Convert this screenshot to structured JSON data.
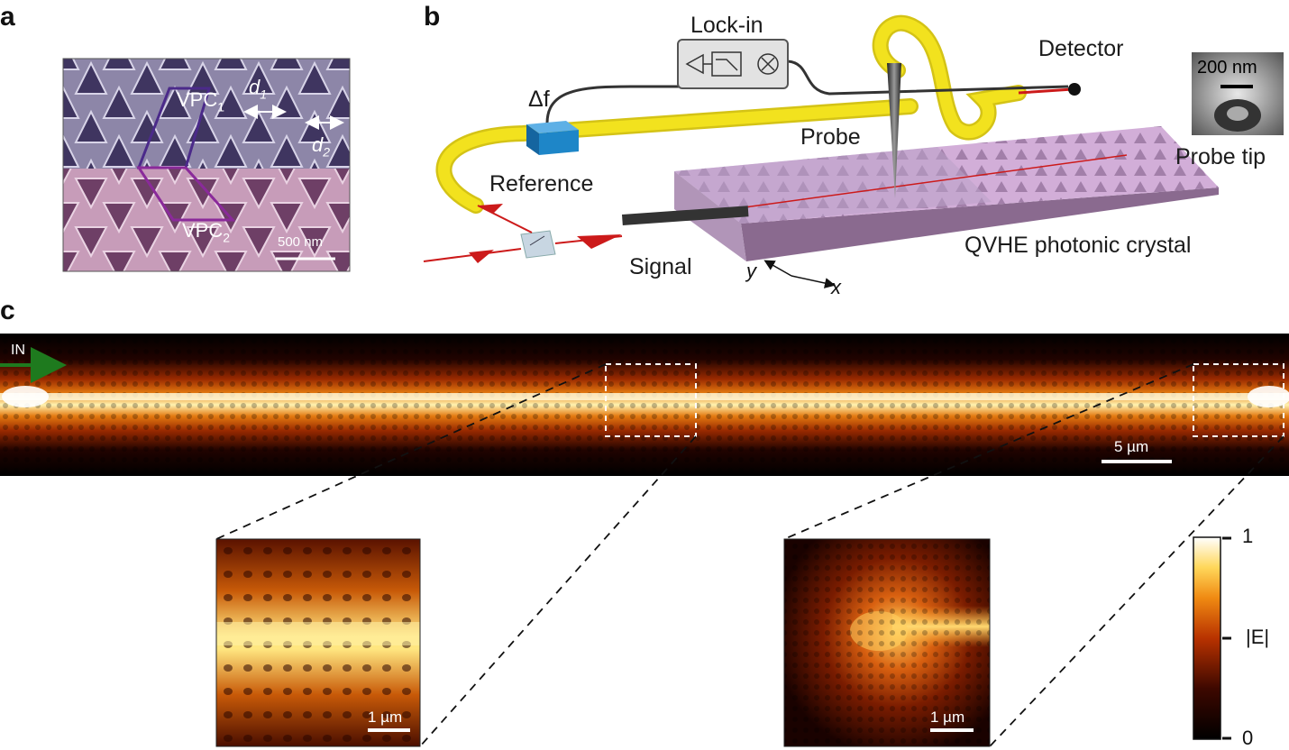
{
  "panel_a": {
    "letter": "a",
    "label_vpc1": "VPC",
    "label_vpc1_sub": "1",
    "label_vpc2": "VPC",
    "label_vpc2_sub": "2",
    "label_d1": "d",
    "label_d1_sub": "1",
    "label_d2": "d",
    "label_d2_sub": "2",
    "scalebar": "500 nm",
    "colors": {
      "upper_region": "#8d86a8",
      "lower_region": "#c79cb9",
      "outline_upper": "#4b2a8a",
      "outline_lower": "#8a2a9a"
    }
  },
  "panel_b": {
    "letter": "b",
    "lockin": "Lock-in",
    "detector": "Detector",
    "delta_f": "Δf",
    "probe": "Probe",
    "reference": "Reference",
    "signal": "Signal",
    "crystal": "QVHE photonic crystal",
    "axis_x": "x",
    "axis_y": "y",
    "probe_tip": "Probe tip",
    "tip_scalebar": "200 nm",
    "colors": {
      "fiber": "#f2e21e",
      "beam": "#c41818",
      "splitter": "#1e86c8",
      "crystal": "#d2aed8"
    }
  },
  "panel_c": {
    "letter": "c",
    "in_label": "IN",
    "scalebar_main": "5 µm",
    "scalebar_zoom1": "1 µm",
    "scalebar_zoom2": "1 µm",
    "colorbar_max": "1",
    "colorbar_min": "0",
    "colorbar_label": "|E|",
    "colors": {
      "arrow": "#1e7a1e",
      "low": "#000000",
      "mid": "#b83200",
      "high": "#ffffff"
    }
  }
}
